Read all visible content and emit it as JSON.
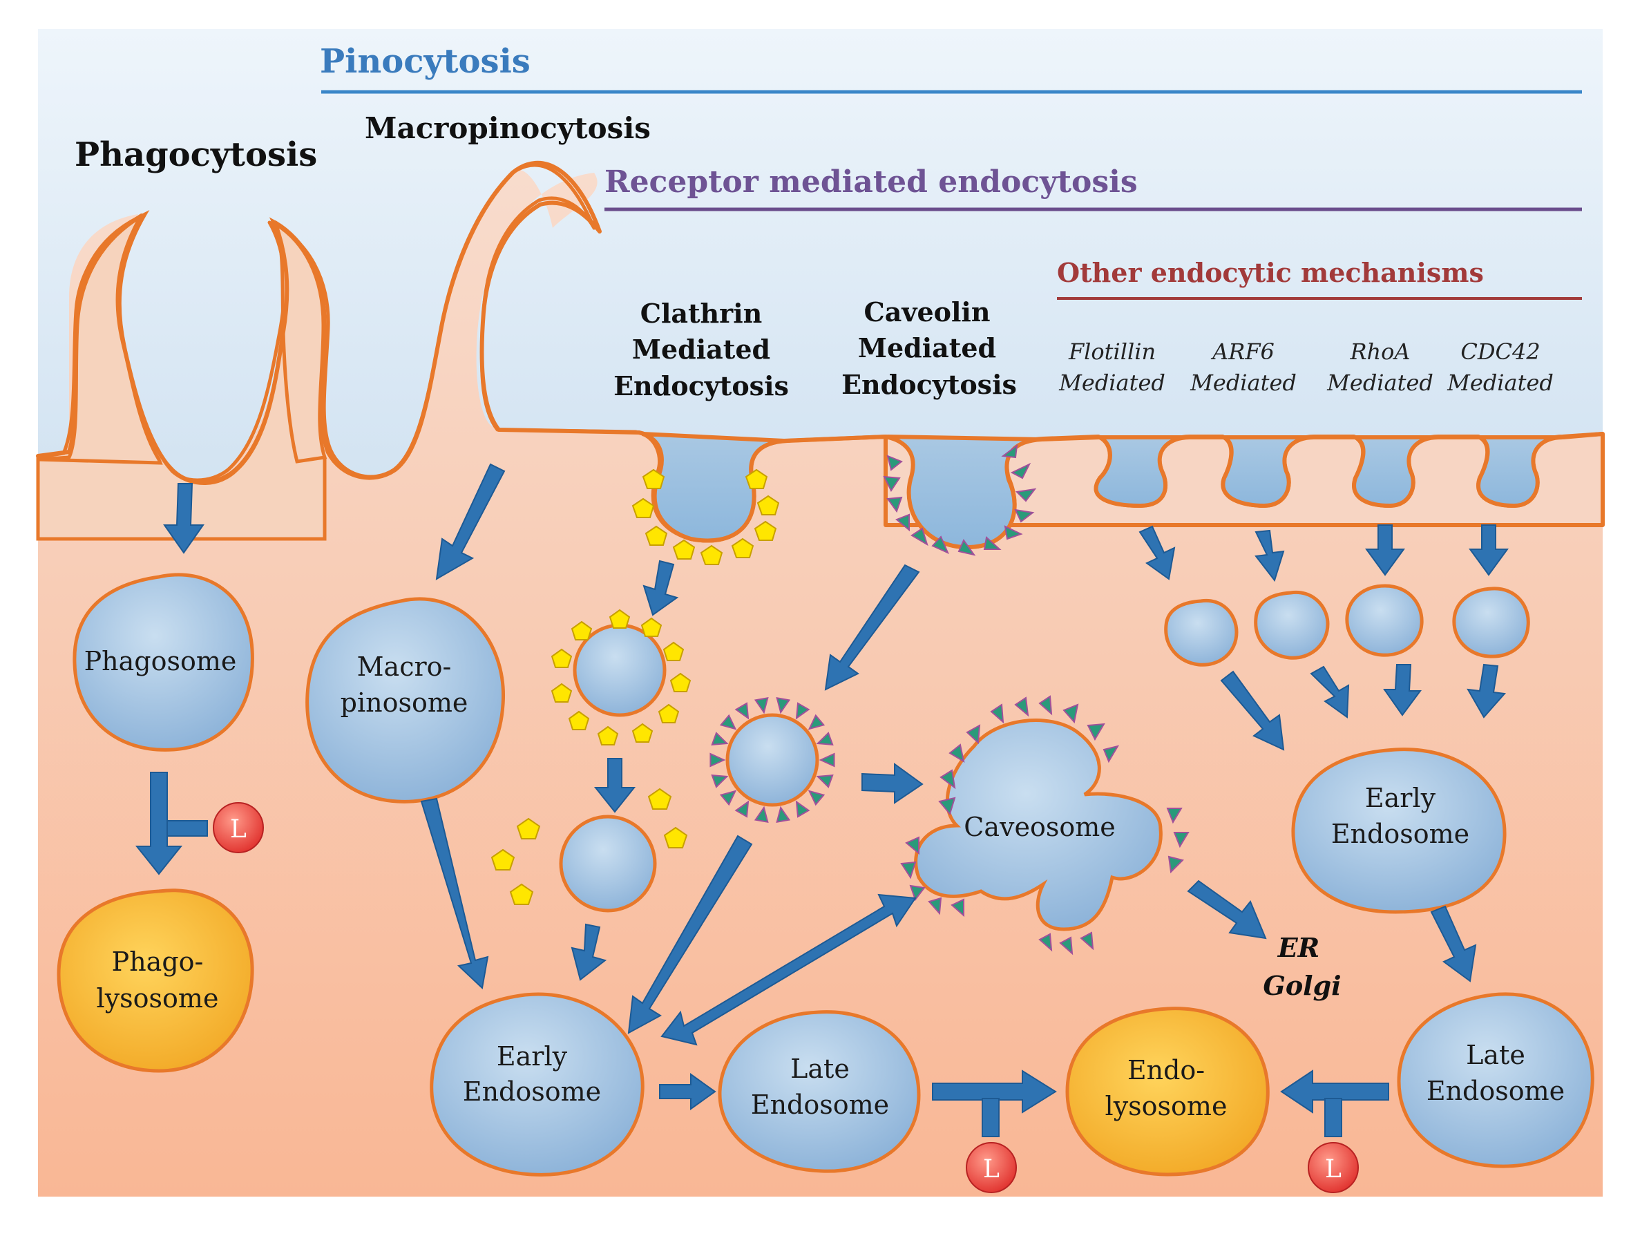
{
  "headers": {
    "pinocytosis": "Pinocytosis",
    "macropinocytosis": "Macropinocytosis",
    "phagocytosis": "Phagocytosis",
    "receptor_mediated": "Receptor mediated endocytosis",
    "other_mechanisms": "Other endocytic mechanisms"
  },
  "pathways": {
    "clathrin": [
      "Clathrin",
      "Mediated",
      "Endocytosis"
    ],
    "caveolin": [
      "Caveolin",
      "Mediated",
      "Endocytosis"
    ],
    "flotillin": [
      "Flotillin",
      "Mediated"
    ],
    "arf6": [
      "ARF6",
      "Mediated"
    ],
    "rhoa": [
      "RhoA",
      "Mediated"
    ],
    "cdc42": [
      "CDC42",
      "Mediated"
    ]
  },
  "compartments": {
    "phagosome": [
      "Phagosome"
    ],
    "phagolysosome": [
      "Phago-",
      "lysosome"
    ],
    "macropinosome": [
      "Macro-",
      "pinosome"
    ],
    "caveosome": [
      "Caveosome"
    ],
    "early_endosome_left": [
      "Early",
      "Endosome"
    ],
    "late_endosome_left": [
      "Late",
      "Endosome"
    ],
    "endolysosome": [
      "Endo-",
      "lysosome"
    ],
    "early_endosome_right": [
      "Early",
      "Endosome"
    ],
    "late_endosome_right": [
      "Late",
      "Endosome"
    ]
  },
  "er_golgi": [
    "ER",
    "Golgi"
  ],
  "inhibitor_label": "L",
  "colors": {
    "membrane": "#e8782a",
    "cell_fill": "#f8cba8",
    "extracellular": "#b8d4ea",
    "vesicle": "#9ec0e0",
    "lysosome": "#f5a623",
    "arrow": "#2e73b2",
    "pinocytosis_line": "#3a86c8",
    "receptor_line": "#6a4d8c",
    "other_line": "#a23a3a",
    "clathrin": "#ffe600",
    "caveolin": "#2a9a7a",
    "inhibitor": "#e23b3b"
  }
}
